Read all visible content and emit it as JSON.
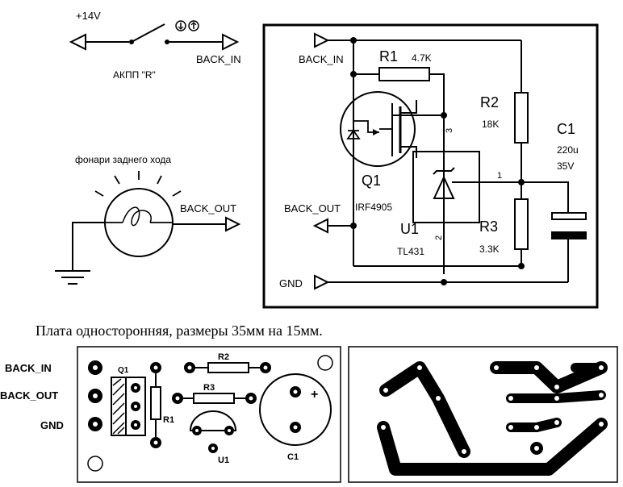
{
  "switch_section": {
    "supply_label": "+14V",
    "switch_label": "АКПП \"R\"",
    "output_label": "BACK_IN"
  },
  "lamp_section": {
    "title": "фонари заднего хода",
    "output_label": "BACK_OUT"
  },
  "schematic": {
    "net_back_in": "BACK_IN",
    "net_back_out": "BACK_OUT",
    "net_gnd": "GND",
    "r1": {
      "ref": "R1",
      "value": "4.7K"
    },
    "r2": {
      "ref": "R2",
      "value": "18K"
    },
    "r3": {
      "ref": "R3",
      "value": "3.3K"
    },
    "c1": {
      "ref": "C1",
      "value": "220u",
      "voltage": "35V"
    },
    "q1": {
      "ref": "Q1",
      "part": "IRF4905"
    },
    "u1": {
      "ref": "U1",
      "part": "TL431",
      "pin1": "1",
      "pin2": "2",
      "pin3": "3"
    }
  },
  "caption": "Плата односторонняя, размеры 35мм на 15мм.",
  "pcb": {
    "pin_back_in": "BACK_IN",
    "pin_back_out": "BACK_OUT",
    "pin_gnd": "GND",
    "q1_label": "Q1",
    "r1_label": "R1",
    "r2_label": "R2",
    "r3_label": "R3",
    "u1_label": "U1",
    "c1_label": "C1",
    "c1_plus": "+"
  }
}
